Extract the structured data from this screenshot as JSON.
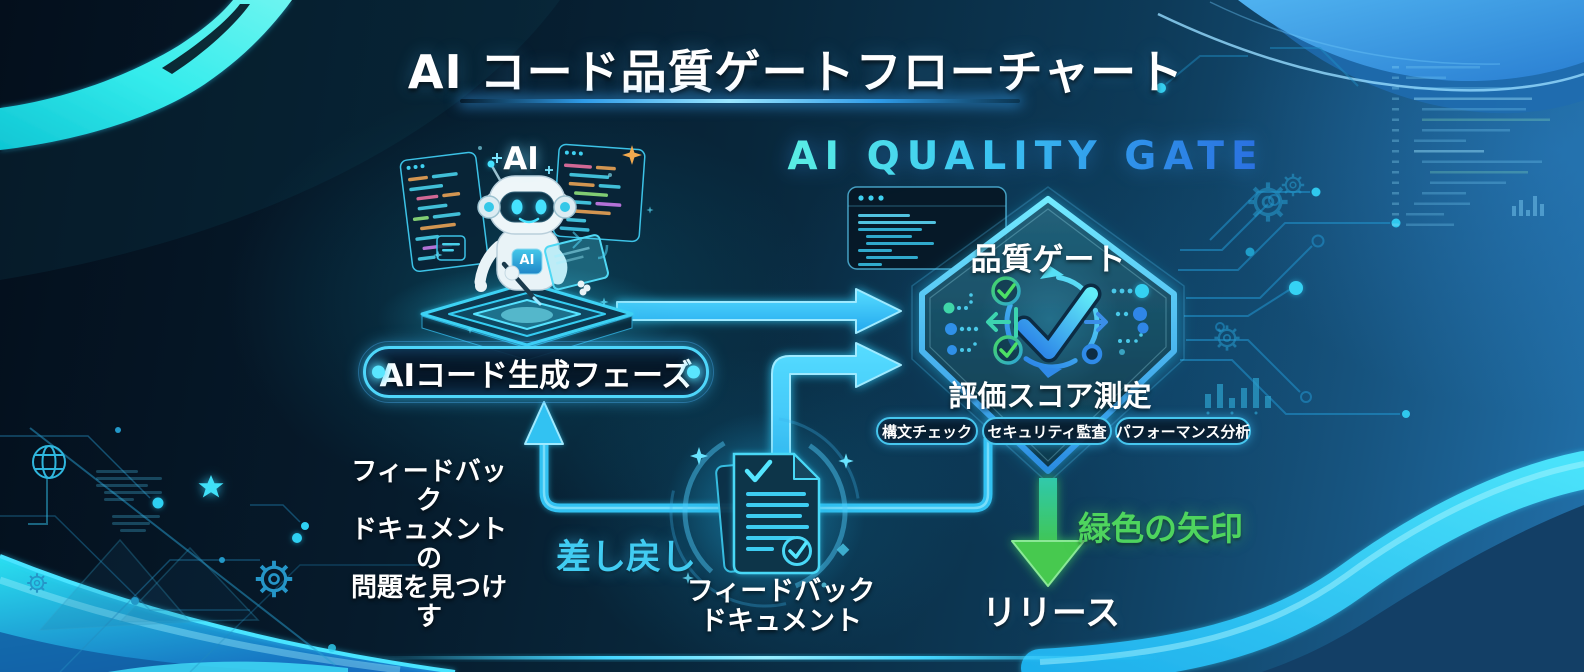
{
  "title": "AI コード品質ゲートフローチャート",
  "colors": {
    "accent_cyan": "#3fd4f8",
    "accent_blue": "#2a7ae0",
    "accent_green": "#4ac853",
    "background_dark": "#071726"
  },
  "icons": {
    "robot": "robot-icon",
    "code_window": "code-window-icon",
    "browser_window": "browser-window-icon",
    "document": "document-check-icon",
    "big_check": "check-gate-icon",
    "green_check": "check-circle-icon",
    "globe": "globe-icon",
    "star": "star-icon",
    "gear": "gear-icon",
    "bar_chart": "bar-chart-icon"
  },
  "generator": {
    "ai_label": "AI",
    "chest_badge": "AI",
    "phase_label": "AIコード生成フェーズ"
  },
  "gate": {
    "heading": "AI QUALITY GATE",
    "hex_title": "品質ゲート",
    "hex_subtitle": "評価スコア測定",
    "checks": [
      {
        "label": "構文チェック"
      },
      {
        "label": "セキュリティ監査"
      },
      {
        "label": "パフォーマンス分析"
      }
    ]
  },
  "feedback": {
    "note_lines": [
      "フィードバック",
      "ドキュメントの",
      "問題を見つけす"
    ],
    "return_label": "差し戻し",
    "doc_label_lines": [
      "フィードバック",
      "ドキュメント"
    ]
  },
  "release": {
    "arrow_label": "緑色の矢印",
    "label": "リリース"
  }
}
